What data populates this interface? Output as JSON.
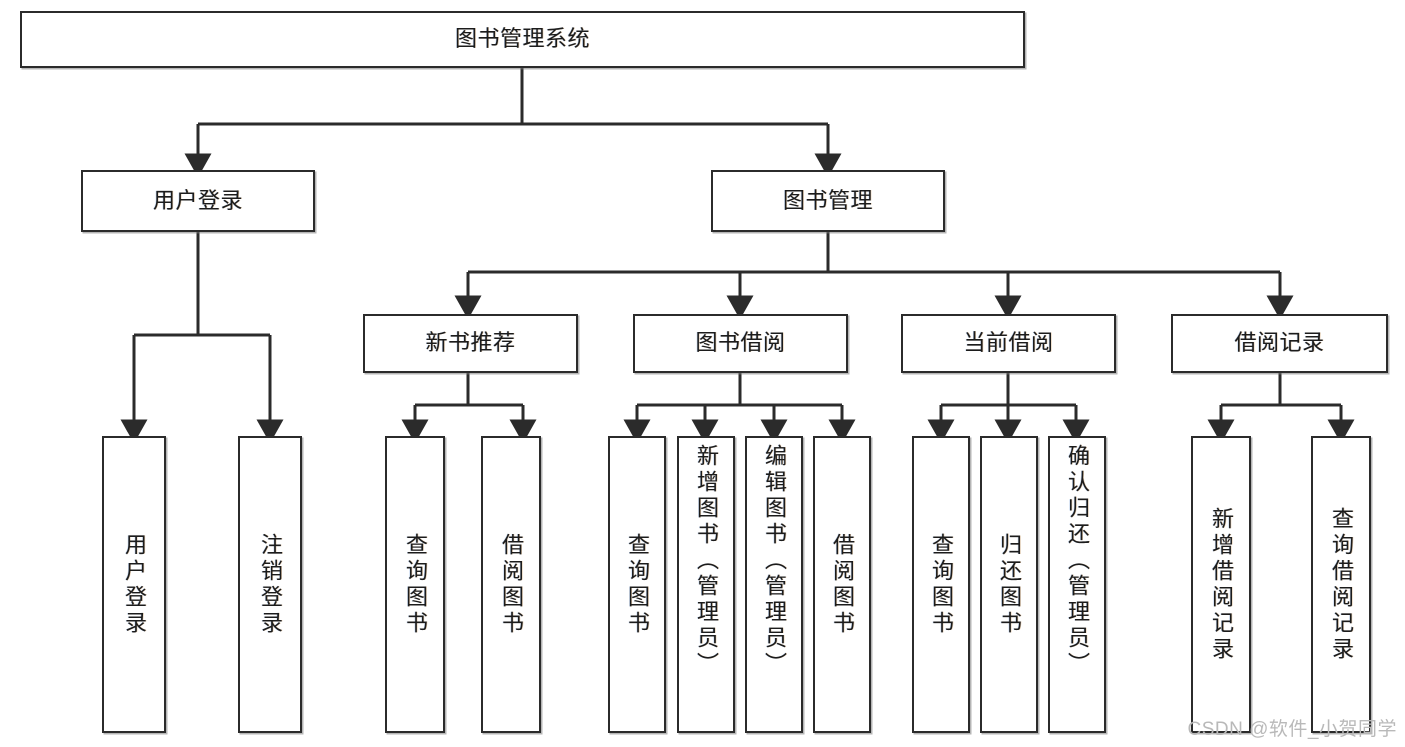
{
  "diagram": {
    "type": "tree-hierarchy",
    "title_node": {
      "label": "图书管理系统",
      "level": 0
    },
    "level1": [
      {
        "id": "user-login",
        "label": "用户登录"
      },
      {
        "id": "book-management",
        "label": "图书管理"
      }
    ],
    "level2": [
      {
        "id": "new-book-recommend",
        "label": "新书推荐",
        "parent": "book-management"
      },
      {
        "id": "book-borrow",
        "label": "图书借阅",
        "parent": "book-management"
      },
      {
        "id": "current-borrow",
        "label": "当前借阅",
        "parent": "book-management"
      },
      {
        "id": "borrow-record",
        "label": "借阅记录",
        "parent": "book-management"
      }
    ],
    "leaves": [
      {
        "id": "leaf-user-login",
        "label": "用户登录",
        "parent": "user-login"
      },
      {
        "id": "leaf-logout",
        "label": "注销登录",
        "parent": "user-login"
      },
      {
        "id": "leaf-query-book-1",
        "label": "查询图书",
        "parent": "new-book-recommend"
      },
      {
        "id": "leaf-borrow-book-1",
        "label": "借阅图书",
        "parent": "new-book-recommend"
      },
      {
        "id": "leaf-query-book-2",
        "label": "查询图书",
        "parent": "book-borrow"
      },
      {
        "id": "leaf-add-book",
        "label": "新增图书（管理员）",
        "parent": "book-borrow"
      },
      {
        "id": "leaf-edit-book",
        "label": "编辑图书（管理员）",
        "parent": "book-borrow"
      },
      {
        "id": "leaf-borrow-book-2",
        "label": "借阅图书",
        "parent": "book-borrow"
      },
      {
        "id": "leaf-query-book-3",
        "label": "查询图书",
        "parent": "current-borrow"
      },
      {
        "id": "leaf-return-book",
        "label": "归还图书",
        "parent": "current-borrow"
      },
      {
        "id": "leaf-confirm-return",
        "label": "确认归还（管理员）",
        "parent": "current-borrow"
      },
      {
        "id": "leaf-add-record",
        "label": "新增借阅记录",
        "parent": "borrow-record"
      },
      {
        "id": "leaf-query-record",
        "label": "查询借阅记录",
        "parent": "borrow-record"
      }
    ],
    "colors": {
      "stroke": "#2b2b2b",
      "box_fill": "#ffffff",
      "text": "#1c1c1c",
      "watermark": "#b9b9b9"
    }
  },
  "watermark": {
    "text": "CSDN @软件_小贺同学"
  }
}
